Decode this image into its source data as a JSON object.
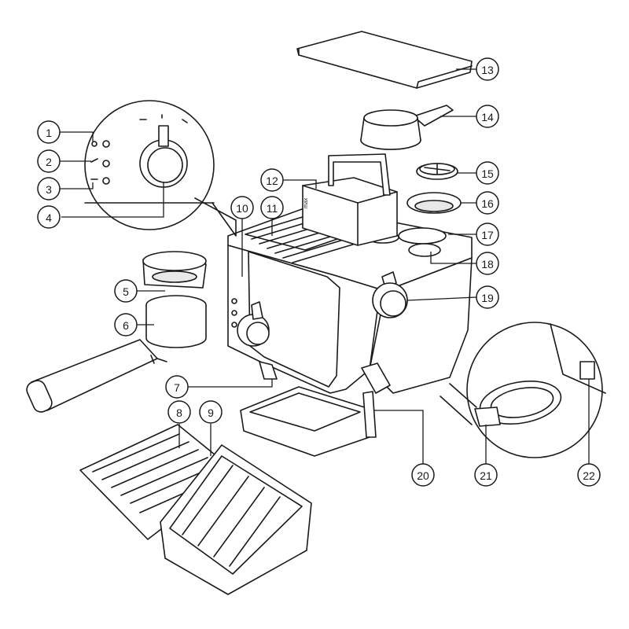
{
  "callouts": [
    {
      "n": "1"
    },
    {
      "n": "2"
    },
    {
      "n": "3"
    },
    {
      "n": "4"
    },
    {
      "n": "5"
    },
    {
      "n": "6"
    },
    {
      "n": "7"
    },
    {
      "n": "8"
    },
    {
      "n": "9"
    },
    {
      "n": "10"
    },
    {
      "n": "11"
    },
    {
      "n": "12"
    },
    {
      "n": "13"
    },
    {
      "n": "14"
    },
    {
      "n": "15"
    },
    {
      "n": "16"
    },
    {
      "n": "17"
    },
    {
      "n": "18"
    },
    {
      "n": "19"
    },
    {
      "n": "20"
    },
    {
      "n": "21"
    },
    {
      "n": "22"
    }
  ],
  "water_tank_marking": "max",
  "colors": {
    "line": "#1a1a1a",
    "background": "#ffffff"
  }
}
